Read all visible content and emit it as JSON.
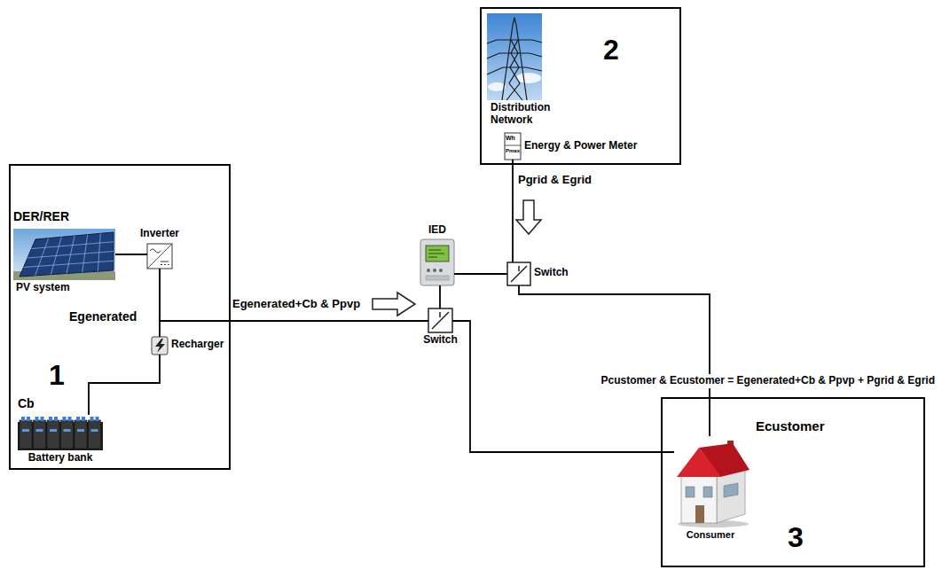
{
  "diagram": {
    "nodes": [
      {
        "text": [
          "DER/RER",
          "1"
        ]
      },
      {
        "text": [
          "PV system"
        ],
        "in": 0
      },
      {
        "text": [
          "Inverter"
        ],
        "in": 0
      },
      {
        "text": [
          "Recharger"
        ],
        "in": 0
      },
      {
        "text": [
          "Cb",
          "Battery bank"
        ],
        "in": 0
      },
      {
        "text": [
          "2"
        ]
      },
      {
        "text": [
          "Distribution Network"
        ],
        "in": 5
      },
      {
        "text": [
          "Wh",
          "Pmax",
          "Energy & Power Meter"
        ],
        "in": 5
      },
      {
        "text": [
          "IED"
        ]
      },
      {
        "text": [
          "Switch"
        ]
      },
      {
        "text": [
          "Switch"
        ]
      },
      {
        "text": [
          "Ecustomer",
          "3"
        ]
      },
      {
        "text": [
          "Consumer"
        ],
        "in": 11
      }
    ],
    "edges": [
      {
        "from": 1,
        "to": 2,
        "arrow": "none"
      },
      {
        "from": 2,
        "to": 3,
        "arrow": "none"
      },
      {
        "from": 3,
        "to": 4,
        "arrow": "none"
      },
      {
        "from": 2,
        "to": 10,
        "label": "Egenerated+Cb & Ppvp",
        "arrow": "none"
      },
      {
        "from": 7,
        "to": 9,
        "label": "Pgrid & Egrid",
        "arrow": "none"
      },
      {
        "from": 8,
        "to": 9,
        "arrow": "none"
      },
      {
        "from": 8,
        "to": 10,
        "arrow": "none"
      },
      {
        "from": 9,
        "to": 12,
        "arrow": "none"
      },
      {
        "from": 10,
        "to": 12,
        "arrow": "none"
      }
    ],
    "labels": [
      "Egenerated",
      "Pcustomer & Ecustomer = Egenerated+Cb & Ppvp + Pgrid & Egrid"
    ]
  }
}
